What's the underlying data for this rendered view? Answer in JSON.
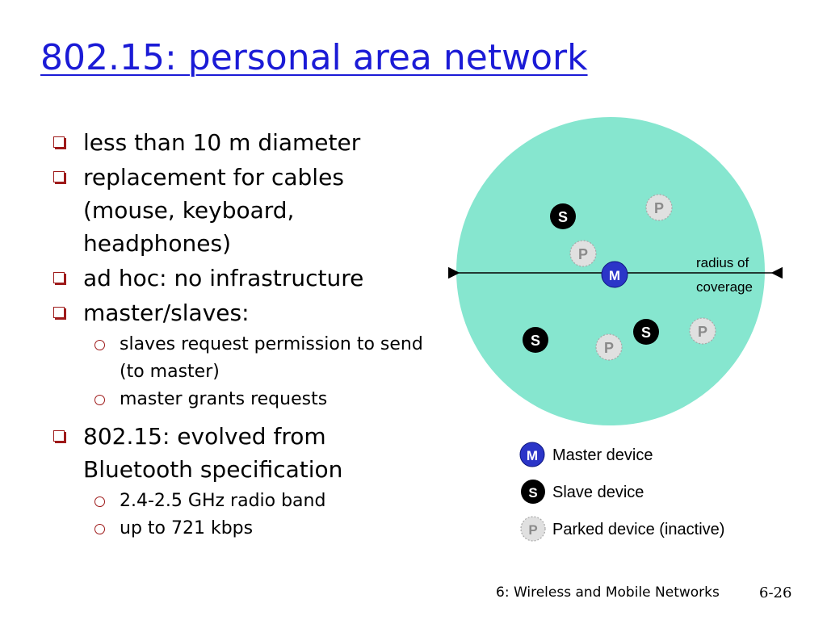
{
  "slide": {
    "title": "802.15: personal area network",
    "bullets": [
      {
        "text": "less than 10 m diameter",
        "subs": []
      },
      {
        "text": "replacement for cables (mouse, keyboard, headphones)",
        "subs": []
      },
      {
        "text": "ad hoc: no infrastructure",
        "subs": []
      },
      {
        "text": "master/slaves:",
        "subs": [
          "slaves request permission to send (to master)",
          "master grants requests"
        ]
      },
      {
        "text": "802.15: evolved from Bluetooth specification",
        "subs": [
          "2.4-2.5 GHz radio band",
          "up to 721 kbps"
        ]
      }
    ],
    "footer": "6: Wireless and Mobile Networks",
    "page_number": "6-26"
  },
  "diagram": {
    "coverage_label_line1": "radius of",
    "coverage_label_line2": "coverage",
    "nodes": {
      "master": "M",
      "slave": "S",
      "parked": "P"
    },
    "legend": [
      {
        "symbol": "M",
        "text": "Master device"
      },
      {
        "symbol": "S",
        "text": "Slave device"
      },
      {
        "symbol": "P",
        "text": "Parked device (inactive)"
      }
    ],
    "colors": {
      "coverage": "#86e6cf",
      "master": "#2b35c8",
      "slave": "#000000",
      "parked": "#e0e0e0",
      "title": "#1b1bd6",
      "bullet_marker": "#9e1a1a"
    }
  }
}
